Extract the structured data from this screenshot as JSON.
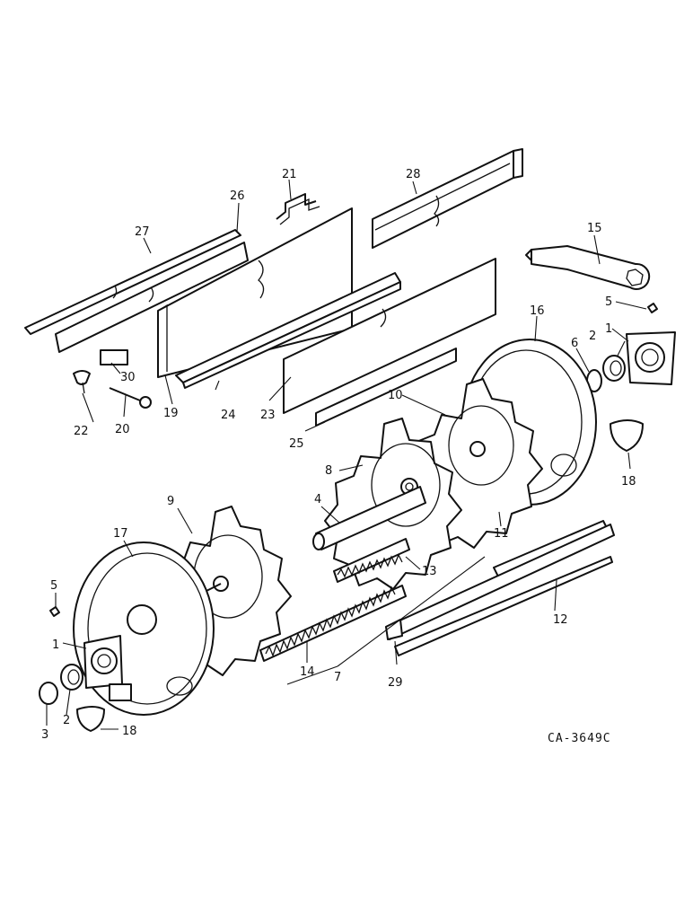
{
  "drawing_code": "CA-3649C",
  "callouts": [
    {
      "id": "c1a",
      "text": "1"
    },
    {
      "id": "c1b",
      "text": "1"
    },
    {
      "id": "c2a",
      "text": "2"
    },
    {
      "id": "c2b",
      "text": "2"
    },
    {
      "id": "c3",
      "text": "3"
    },
    {
      "id": "c4",
      "text": "4"
    },
    {
      "id": "c5a",
      "text": "5"
    },
    {
      "id": "c5b",
      "text": "5"
    },
    {
      "id": "c6",
      "text": "6"
    },
    {
      "id": "c7",
      "text": "7"
    },
    {
      "id": "c8",
      "text": "8"
    },
    {
      "id": "c9",
      "text": "9"
    },
    {
      "id": "c10",
      "text": "10"
    },
    {
      "id": "c11",
      "text": "11"
    },
    {
      "id": "c12",
      "text": "12"
    },
    {
      "id": "c13",
      "text": "13"
    },
    {
      "id": "c14",
      "text": "14"
    },
    {
      "id": "c15",
      "text": "15"
    },
    {
      "id": "c16",
      "text": "16"
    },
    {
      "id": "c17",
      "text": "17"
    },
    {
      "id": "c18a",
      "text": "18"
    },
    {
      "id": "c18b",
      "text": "18"
    },
    {
      "id": "c19",
      "text": "19"
    },
    {
      "id": "c20",
      "text": "20"
    },
    {
      "id": "c21",
      "text": "21"
    },
    {
      "id": "c22",
      "text": "22"
    },
    {
      "id": "c23",
      "text": "23"
    },
    {
      "id": "c24",
      "text": "24"
    },
    {
      "id": "c25",
      "text": "25"
    },
    {
      "id": "c26",
      "text": "26"
    },
    {
      "id": "c27",
      "text": "27"
    },
    {
      "id": "c28",
      "text": "28"
    },
    {
      "id": "c29",
      "text": "29"
    },
    {
      "id": "c30",
      "text": "30"
    }
  ]
}
